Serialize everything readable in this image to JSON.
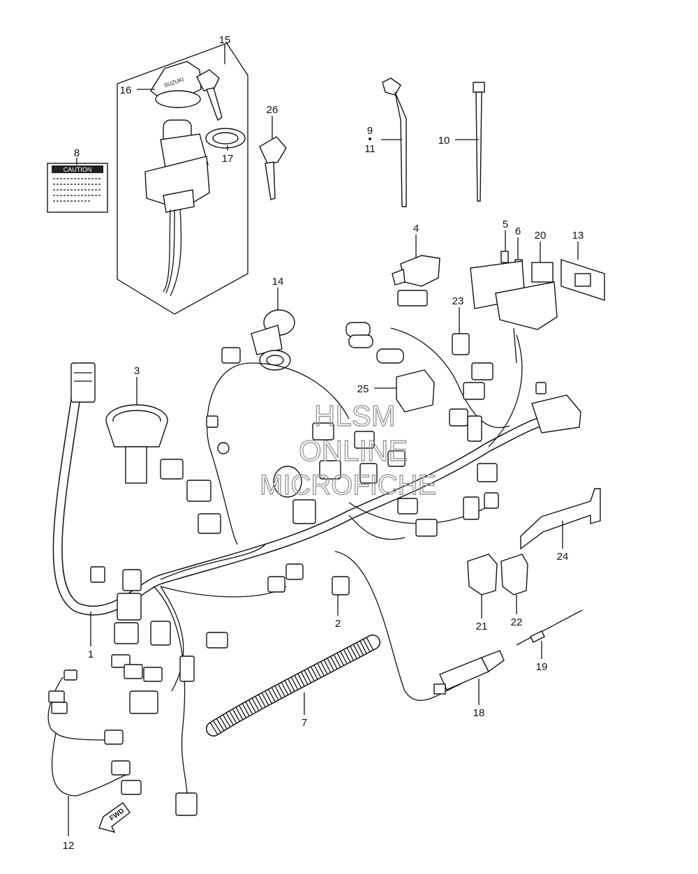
{
  "labels": {
    "p1": "1",
    "p2": "2",
    "p3": "3",
    "p4": "4",
    "p5": "5",
    "p6": "6",
    "p7": "7",
    "p8": "8",
    "p9": "9",
    "p9dot": "•",
    "p10": "10",
    "p11": "11",
    "p12": "12",
    "p13": "13",
    "p14": "14",
    "p15": "15",
    "p16": "16",
    "p17": "17",
    "p18": "18",
    "p19": "19",
    "p20": "20",
    "p21": "21",
    "p22": "22",
    "p23": "23",
    "p24": "24",
    "p25": "25",
    "p26": "26"
  },
  "caution_label": "CAUTION",
  "key_brand": "SUZUKI",
  "fwd_arrow": "FWD",
  "watermark": {
    "line1": "HLSM",
    "line2": "ONLINE",
    "line3": "MICROFICHE"
  }
}
